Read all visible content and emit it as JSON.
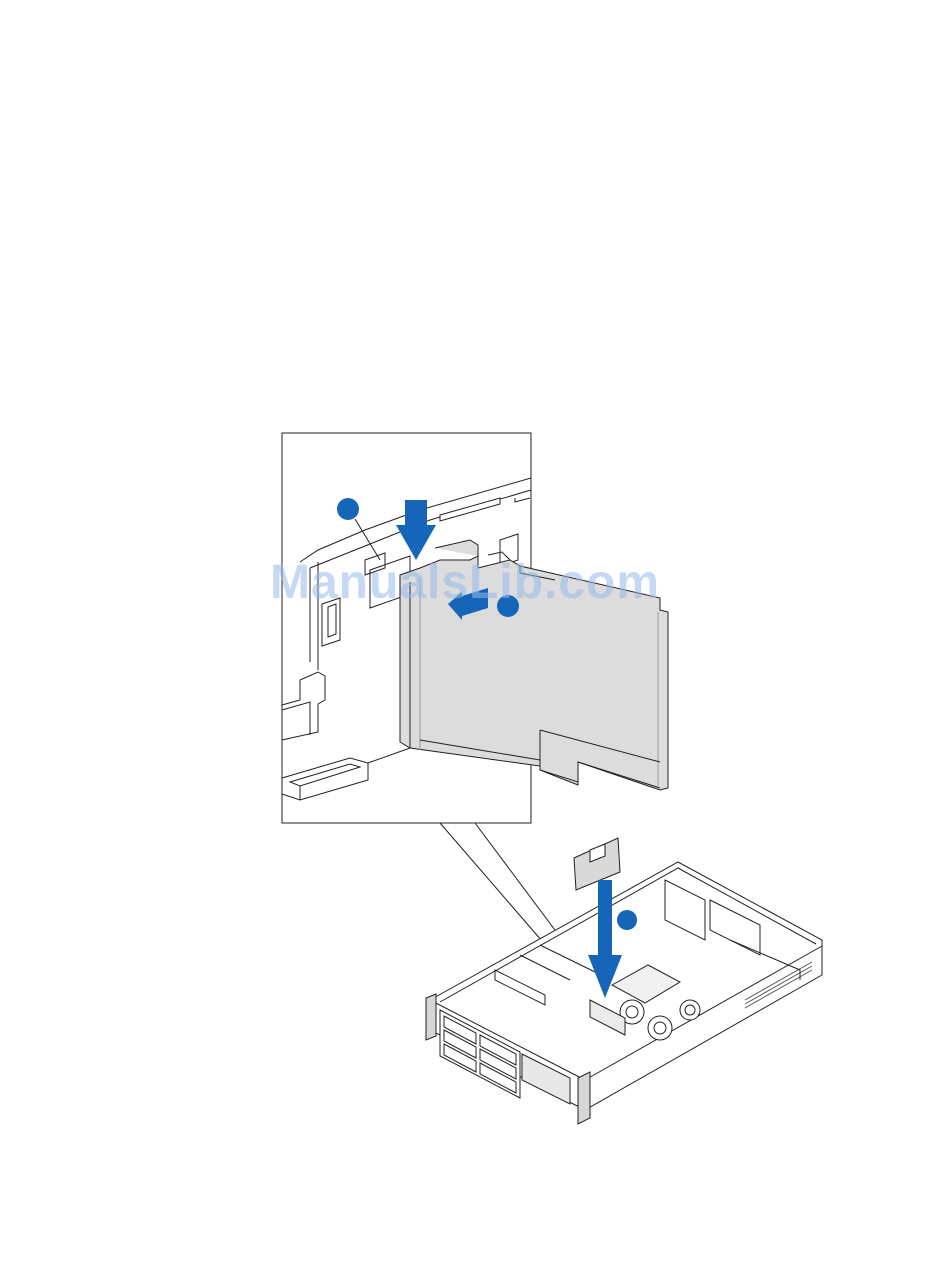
{
  "figure": {
    "callouts": [
      {
        "id": "callout-a"
      },
      {
        "id": "callout-b"
      },
      {
        "id": "callout-c"
      }
    ],
    "arrow_color": "#1565b8",
    "card_fill": "#dcdcdc",
    "line_color": "#231f20"
  },
  "watermark": {
    "text": "ManualsLib.com",
    "color": "#9dbbe8"
  }
}
